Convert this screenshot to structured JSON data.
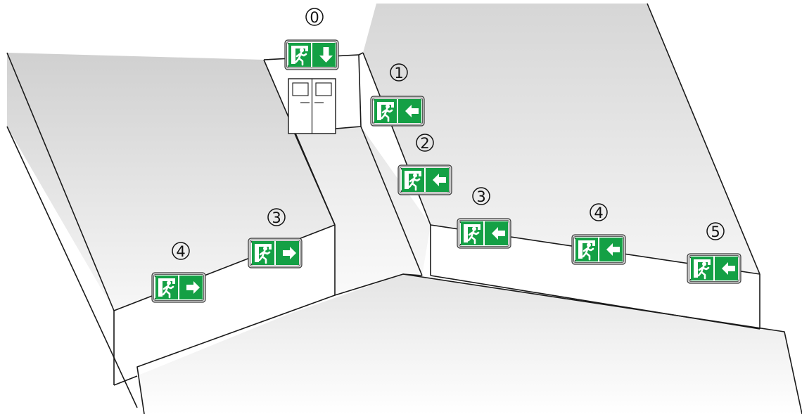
{
  "colors": {
    "sign_green": "#14a045",
    "sign_white": "#ffffff",
    "frame_outer": "#d4d4d4",
    "frame_dark": "#3a3a3a",
    "line": "#1a1a1a",
    "ceiling_top": "#d2d2d2",
    "ceiling_bottom": "#f6f6f6"
  },
  "signs": [
    {
      "label": "0",
      "symbol": "running-man",
      "arrow": "down"
    },
    {
      "label": "1",
      "symbol": "running-man",
      "arrow": "left"
    },
    {
      "label": "2",
      "symbol": "running-man",
      "arrow": "left"
    },
    {
      "label": "3",
      "symbol": "running-man",
      "arrow": "left"
    },
    {
      "label": "4",
      "symbol": "running-man",
      "arrow": "left"
    },
    {
      "label": "5",
      "symbol": "running-man",
      "arrow": "left"
    },
    {
      "label": "3",
      "symbol": "running-man",
      "arrow": "right"
    },
    {
      "label": "4",
      "symbol": "running-man",
      "arrow": "right"
    }
  ]
}
